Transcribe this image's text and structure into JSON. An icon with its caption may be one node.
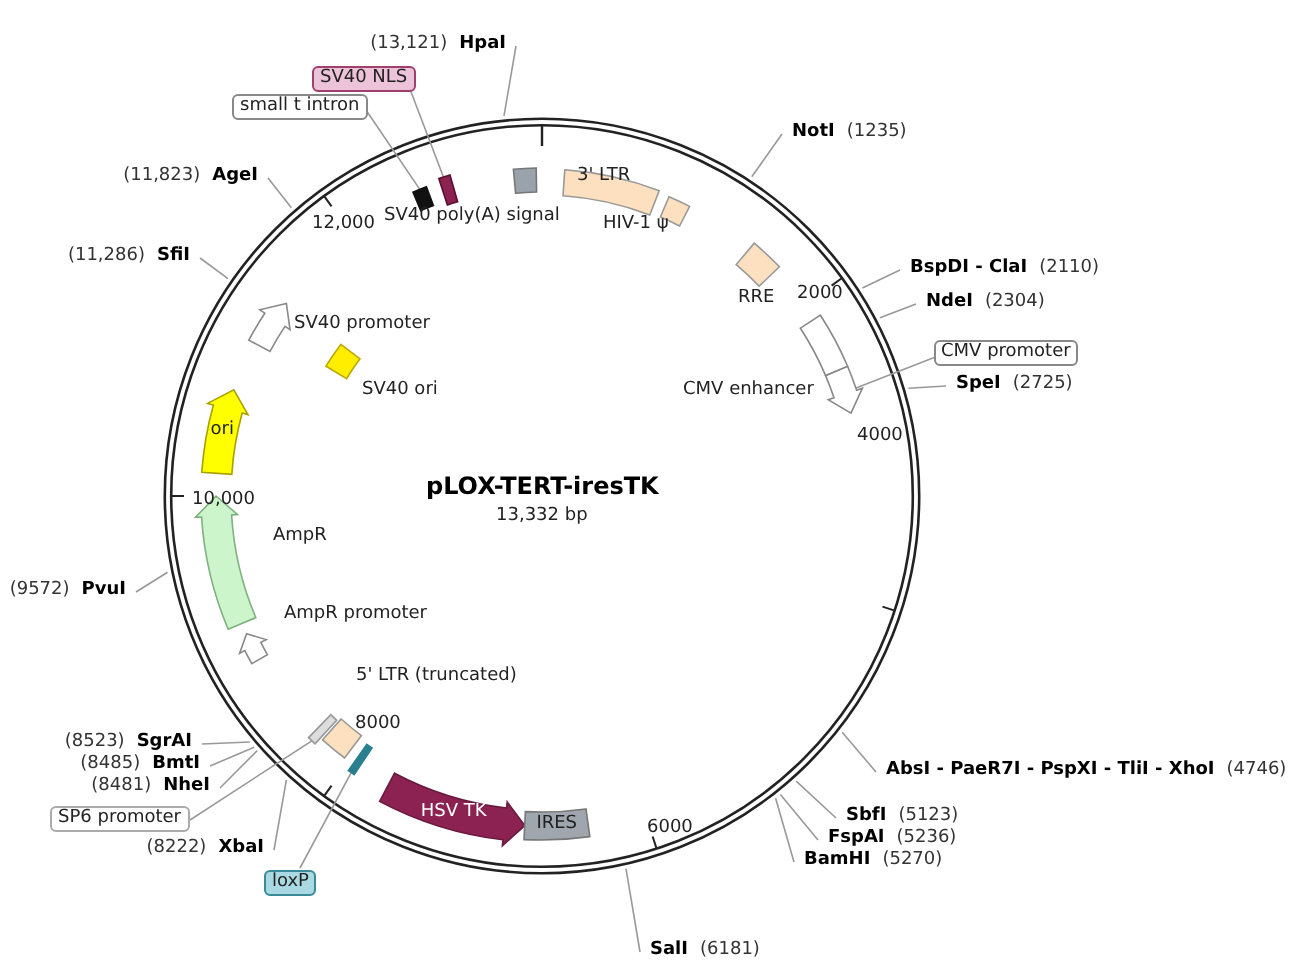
{
  "diagram": {
    "title": "pLOX-TERT-iresTK",
    "nodes": [
      {
        "text": [
          "(13,121)",
          "HpaI"
        ]
      },
      {
        "text": [
          "SV40 NLS"
        ]
      },
      {
        "text": [
          "small t intron"
        ]
      },
      {
        "text": [],
        "shape": "bar"
      },
      {
        "text": [],
        "shape": "bar"
      },
      {
        "text": [
          "SV40 poly(A) signal"
        ]
      },
      {
        "text": [
          "3' LTR"
        ]
      },
      {
        "text": [
          "HIV-1 ψ"
        ]
      },
      {
        "text": [
          "NotI",
          "(1235)"
        ]
      },
      {
        "text": [
          "(11,823)",
          "AgeI"
        ]
      },
      {
        "text": [
          "RRE"
        ]
      },
      {
        "text": [
          "BspDI - ClaI",
          "(2110)"
        ]
      },
      {
        "text": [
          "NdeI",
          "(2304)"
        ]
      },
      {
        "text": [
          "CMV enhancer"
        ]
      },
      {
        "text": [
          "CMV promoter"
        ]
      },
      {
        "text": [],
        "shape": "bar"
      },
      {
        "text": [
          "SpeI",
          "(2725)"
        ]
      },
      {
        "text": [
          "(11,286)",
          "SfiI"
        ]
      },
      {
        "text": [
          "SV40 promoter"
        ]
      },
      {
        "text": [
          "SV40 ori"
        ]
      },
      {
        "text": [
          "ori"
        ]
      },
      {
        "text": [
          "(9572)",
          "PvuI"
        ]
      },
      {
        "text": [
          "AmpR"
        ]
      },
      {
        "text": [
          "AmpR promoter"
        ]
      },
      {
        "text": [
          "5' LTR (truncated)"
        ]
      },
      {
        "text": [
          "(8523)",
          "SgrAI"
        ]
      },
      {
        "text": [
          "(8485)",
          "BmtI"
        ]
      },
      {
        "text": [
          "(8481)",
          "NheI"
        ]
      },
      {
        "text": [
          "SP6 promoter"
        ]
      },
      {
        "text": [],
        "shape": "bar"
      },
      {
        "text": [
          "AbsI - PaeR7I - PspXI - TliI - XhoI",
          "(4746)"
        ]
      },
      {
        "text": [
          "HSV TK"
        ]
      },
      {
        "text": [
          "IRES"
        ]
      },
      {
        "text": [
          "SbfI",
          "(5123)"
        ]
      },
      {
        "text": [
          "FspAI",
          "(5236)"
        ]
      },
      {
        "text": [
          "BamHI",
          "(5270)"
        ]
      },
      {
        "text": [
          "(8222)",
          "XbaI"
        ]
      },
      {
        "text": [
          "loxP"
        ]
      },
      {
        "text": [],
        "shape": "bar"
      },
      {
        "text": [
          "SalI",
          "(6181)"
        ]
      }
    ],
    "edges": [
      {
        "from": 0,
        "to": null,
        "arrow": "none"
      },
      {
        "from": 1,
        "to": 3,
        "arrow": "none"
      },
      {
        "from": 2,
        "to": 4,
        "arrow": "none"
      },
      {
        "from": 8,
        "to": null,
        "arrow": "none"
      },
      {
        "from": 9,
        "to": null,
        "arrow": "none"
      },
      {
        "from": 11,
        "to": null,
        "arrow": "none"
      },
      {
        "from": 12,
        "to": null,
        "arrow": "none"
      },
      {
        "from": 14,
        "to": 15,
        "arrow": "none"
      },
      {
        "from": 16,
        "to": null,
        "arrow": "none"
      },
      {
        "from": 17,
        "to": null,
        "arrow": "none"
      },
      {
        "from": 21,
        "to": null,
        "arrow": "none"
      },
      {
        "from": 25,
        "to": null,
        "arrow": "none"
      },
      {
        "from": 26,
        "to": null,
        "arrow": "none"
      },
      {
        "from": 27,
        "to": null,
        "arrow": "none"
      },
      {
        "from": 28,
        "to": 29,
        "arrow": "none"
      },
      {
        "from": 30,
        "to": null,
        "arrow": "none"
      },
      {
        "from": 33,
        "to": null,
        "arrow": "none"
      },
      {
        "from": 34,
        "to": null,
        "arrow": "none"
      },
      {
        "from": 35,
        "to": null,
        "arrow": "none"
      },
      {
        "from": 36,
        "to": null,
        "arrow": "none"
      },
      {
        "from": 37,
        "to": 38,
        "arrow": "none"
      },
      {
        "from": 39,
        "to": null,
        "arrow": "none"
      }
    ],
    "labels": [
      "13,332 bp",
      "2000",
      "4000",
      "6000",
      "8000",
      "10,000",
      "12,000"
    ]
  }
}
